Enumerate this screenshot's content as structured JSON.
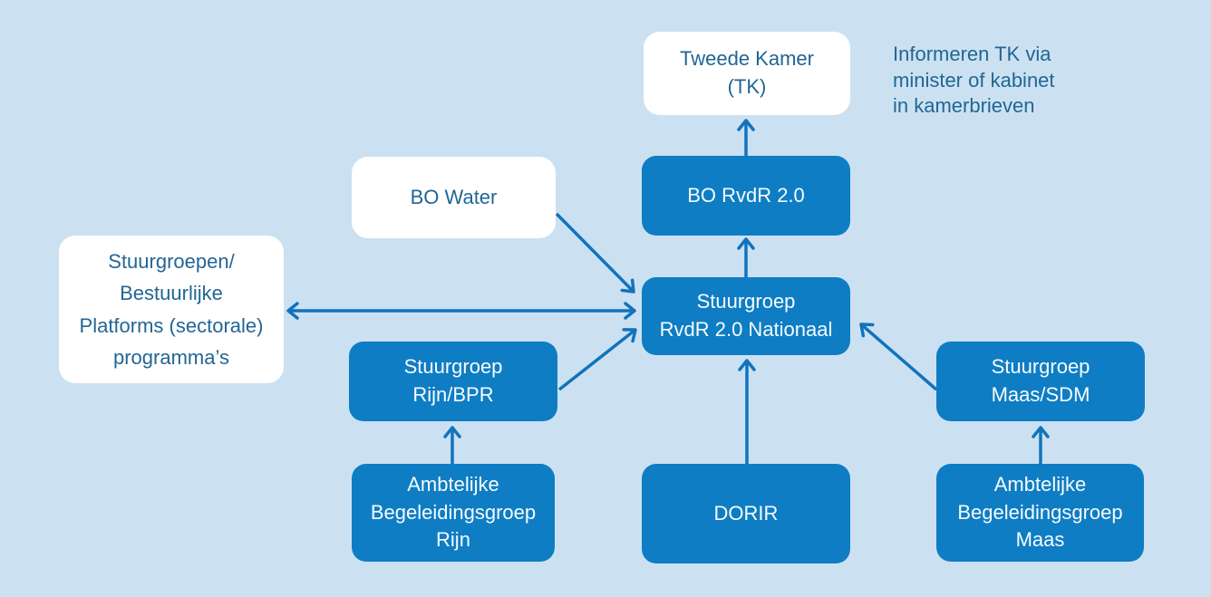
{
  "palette": {
    "background": "#CBE1F2",
    "node_blue": "#0E7DC4",
    "node_white": "#FFFFFF",
    "arrow": "#1273BC",
    "text_dark": "#226694",
    "text_light": "#F7FBFD"
  },
  "diagram": {
    "type": "flowchart",
    "title": "",
    "annotation": "Informeren TK via\nminister of kabinet\nin kamerbrieven",
    "nodes": [
      {
        "id": "tweede-kamer",
        "label": "Tweede Kamer\n(TK)",
        "variant": "white"
      },
      {
        "id": "bo-water",
        "label": "BO Water",
        "variant": "white"
      },
      {
        "id": "bo-rvdr",
        "label": "BO RvdR 2.0",
        "variant": "blue"
      },
      {
        "id": "stuurgroepen-platforms",
        "label": "Stuurgroepen/\nBestuurlijke\nPlatforms (sectorale)\nprogramma’s",
        "variant": "white"
      },
      {
        "id": "stuurgroep-nationaal",
        "label": "Stuurgroep\nRvdR 2.0 Nationaal",
        "variant": "blue"
      },
      {
        "id": "stuurgroep-rijn",
        "label": "Stuurgroep\nRijn/BPR",
        "variant": "blue"
      },
      {
        "id": "stuurgroep-maas",
        "label": "Stuurgroep\nMaas/SDM",
        "variant": "blue"
      },
      {
        "id": "abg-rijn",
        "label": "Ambtelijke\nBegeleidingsgroep\nRijn",
        "variant": "blue"
      },
      {
        "id": "dorir",
        "label": "DORIR",
        "variant": "blue"
      },
      {
        "id": "abg-maas",
        "label": "Ambtelijke\nBegeleidingsgroep\nMaas",
        "variant": "blue"
      }
    ],
    "edges": [
      {
        "from": "bo-rvdr",
        "to": "tweede-kamer",
        "style": "single-arrow"
      },
      {
        "from": "stuurgroep-nationaal",
        "to": "bo-rvdr",
        "style": "single-arrow"
      },
      {
        "from": "bo-water",
        "to": "stuurgroep-nationaal",
        "style": "single-arrow"
      },
      {
        "from": "stuurgroepen-platforms",
        "to": "stuurgroep-nationaal",
        "style": "double-arrow"
      },
      {
        "from": "stuurgroep-rijn",
        "to": "stuurgroep-nationaal",
        "style": "single-arrow"
      },
      {
        "from": "stuurgroep-maas",
        "to": "stuurgroep-nationaal",
        "style": "single-arrow"
      },
      {
        "from": "dorir",
        "to": "stuurgroep-nationaal",
        "style": "single-arrow"
      },
      {
        "from": "abg-rijn",
        "to": "stuurgroep-rijn",
        "style": "single-arrow"
      },
      {
        "from": "abg-maas",
        "to": "stuurgroep-maas",
        "style": "single-arrow"
      }
    ]
  }
}
